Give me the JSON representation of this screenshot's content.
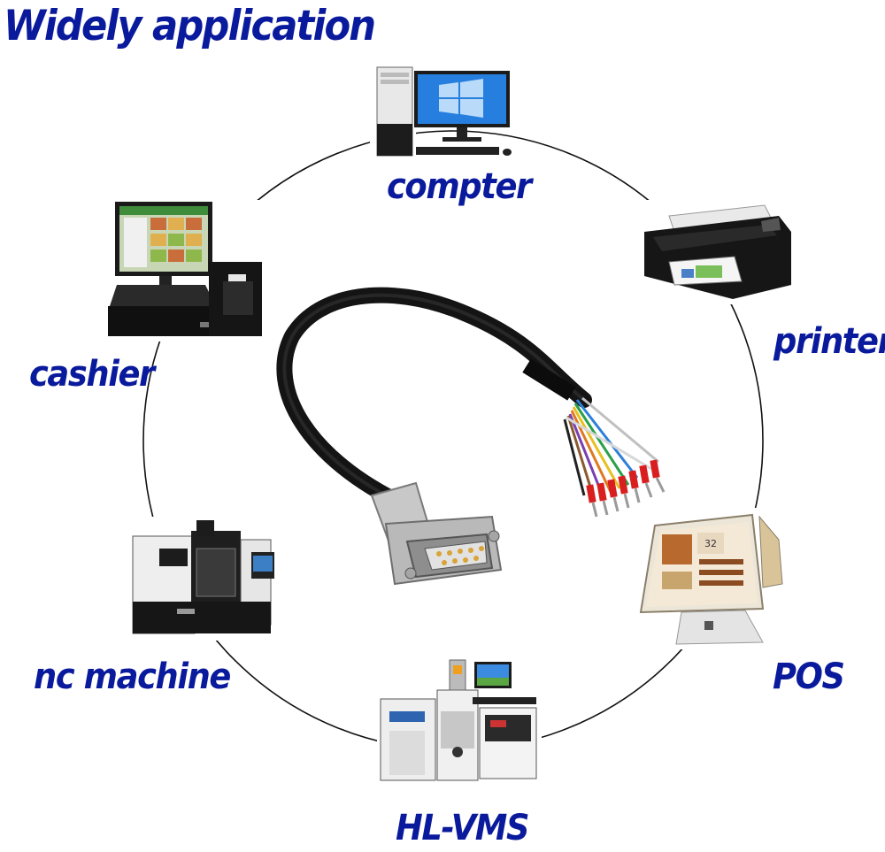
{
  "header": {
    "title": "Widely application"
  },
  "devices": {
    "computer": "compter",
    "printer": "printer",
    "cashier": "cashier",
    "nc_machine": "nc machine",
    "pos": "POS",
    "hl_vms": "HL-VMS"
  },
  "colors": {
    "label": "#0a1a9c",
    "ring": "#111111",
    "cable": "#141414"
  },
  "icons": [
    "computer-icon",
    "printer-icon",
    "cashier-icon",
    "nc-machine-icon",
    "pos-terminal-icon",
    "hl-vms-icon",
    "db9-cable-icon"
  ]
}
